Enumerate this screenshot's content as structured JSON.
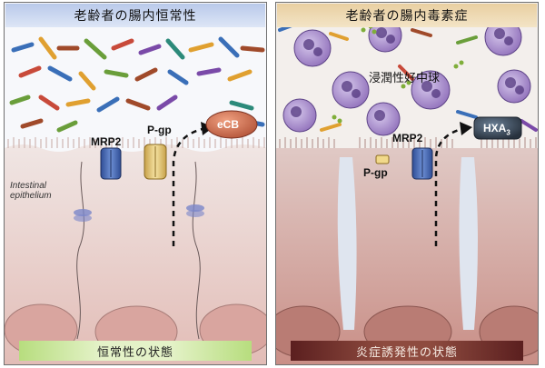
{
  "left_panel": {
    "title": "老齢者の腸内恒常性",
    "footer": "恒常性の状態",
    "labels": {
      "mrp2": "MRP2",
      "pgp": "P-gp",
      "ecb": "eCB",
      "epithelium_line1": "Intestinal",
      "epithelium_line2": "epithelium"
    }
  },
  "right_panel": {
    "title": "老齢者の腸内毒素症",
    "footer": "炎症誘発性の状態",
    "labels": {
      "neutrophil": "浸潤性好中球",
      "mrp2": "MRP2",
      "pgp": "P-gp",
      "hxa": "HXA",
      "hxa_sub": "3"
    }
  },
  "colors": {
    "left_title_bg": "#c6d4ee",
    "right_title_bg": "#ecd6ad",
    "left_footer_bg": "#cfe8a6",
    "right_footer_bg": "#6e2e2a",
    "tissue": "#e9c3be",
    "transporter_mrp2": "#3f5fa8",
    "transporter_pgp": "#e7c978",
    "ecb_node": "#c8684a",
    "hxa_node": "#3a4a5a",
    "neutrophil": "#9b80c4"
  },
  "icons": [
    "bacteria",
    "neutrophil-cell",
    "tight-junction",
    "dashed-arrow"
  ]
}
